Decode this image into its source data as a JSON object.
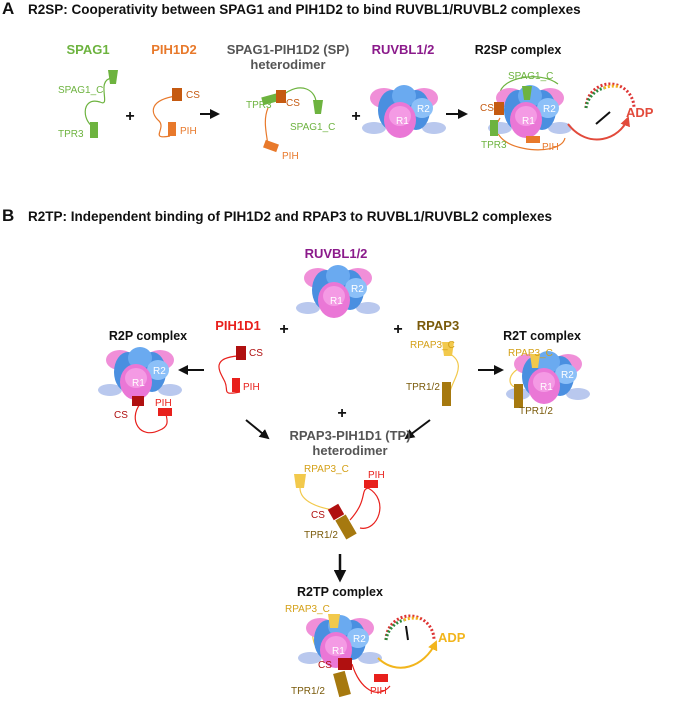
{
  "panel_a": {
    "letter": "A",
    "title": "R2SP: Cooperativity between SPAG1 and PIH1D2 to bind RUVBL1/RUVBL2 complexes",
    "spag1": {
      "name": "SPAG1",
      "domain_c": "SPAG1_C",
      "domain_tpr": "TPR3"
    },
    "pih1d2": {
      "name": "PIH1D2",
      "domain_cs": "CS",
      "domain_pih": "PIH"
    },
    "sp_heterodimer": {
      "line1": "SPAG1-PIH1D2 (SP)",
      "line2": "heterodimer",
      "tpr": "TPR3",
      "cs": "CS",
      "c": "SPAG1_C",
      "pih": "PIH"
    },
    "ruvbl": {
      "name": "RUVBL1/2",
      "r1": "R1",
      "r2": "R2"
    },
    "r2sp": {
      "name": "R2SP complex",
      "c": "SPAG1_C",
      "cs": "CS",
      "tpr": "TPR3",
      "pih": "PIH",
      "r1": "R1",
      "r2": "R2",
      "product": "ADP"
    },
    "plus": "+"
  },
  "panel_b": {
    "letter": "B",
    "title": "R2TP: Independent binding of PIH1D2 and RPAP3 to RUVBL1/RUVBL2 complexes",
    "ruvbl": {
      "name": "RUVBL1/2",
      "r1": "R1",
      "r2": "R2"
    },
    "pih1d1": {
      "name": "PIH1D1",
      "cs": "CS",
      "pih": "PIH"
    },
    "rpap3": {
      "name": "RPAP3",
      "c": "RPAP3_C",
      "tpr": "TPR1/2"
    },
    "r2p": {
      "name": "R2P complex",
      "cs": "CS",
      "pih": "PIH",
      "r1": "R1",
      "r2": "R2"
    },
    "r2t": {
      "name": "R2T complex",
      "c": "RPAP3_C",
      "tpr": "TPR1/2",
      "r1": "R1",
      "r2": "R2"
    },
    "tp": {
      "line1": "RPAP3-PIH1D1 (TP)",
      "line2": "heterodimer",
      "c": "RPAP3_C",
      "pih": "PIH",
      "cs": "CS",
      "tpr": "TPR1/2"
    },
    "r2tp": {
      "name": "R2TP complex",
      "c": "RPAP3_C",
      "cs": "CS",
      "tpr": "TPR1/2",
      "pih": "PIH",
      "r1": "R1",
      "r2": "R2",
      "product": "ADP"
    },
    "plus": "+"
  },
  "colors": {
    "spag1": "#6db33f",
    "pih1d2": "#e8792b",
    "pih1d1": "#e8201c",
    "rpap3": "#7a5a0a",
    "rpap3_light": "#f2c94c",
    "ruvbl": "#8b1a8b",
    "sp_gray": "#555555",
    "adp_a": "#e24a3b",
    "adp_b": "#f2b51c"
  }
}
